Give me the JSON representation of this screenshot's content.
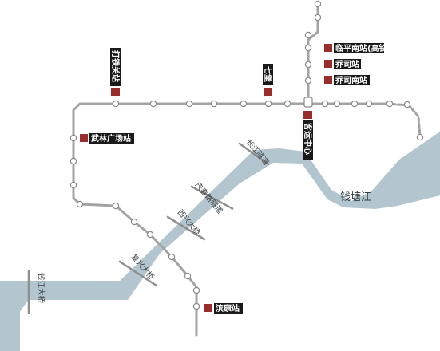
{
  "map": {
    "river_label": "钱塘江",
    "stations_h": [
      {
        "id": "linping-nan",
        "name": "临平南站(高铁站)"
      },
      {
        "id": "qiaosi",
        "name": "乔司站"
      },
      {
        "id": "qiaosi-nan",
        "name": "乔司南站"
      },
      {
        "id": "wulin",
        "name": "武林广场站"
      },
      {
        "id": "binkang",
        "name": "滨康站"
      }
    ],
    "stations_v": [
      {
        "id": "dalong",
        "name": "打铁关站"
      },
      {
        "id": "qibao",
        "name": "七堡"
      },
      {
        "id": "keyun",
        "name": "客运中心"
      }
    ],
    "bridges": [
      {
        "id": "qianjiang",
        "name": "钱江大桥"
      },
      {
        "id": "fuxing",
        "name": "复兴大桥"
      },
      {
        "id": "xixing",
        "name": "西兴大桥"
      },
      {
        "id": "changjiang",
        "name": "长江隧道"
      },
      {
        "id": "qingchun",
        "name": "庆春路隧道"
      }
    ],
    "colors": {
      "river": "#b3c5cf",
      "line": "#a3a3a3",
      "station_fill": "#ffffff",
      "station_stroke": "#8a8a8a",
      "marker": "#9b2c2c",
      "label_bg": "#1a1a1a",
      "bridge": "#8e8e8e"
    }
  }
}
